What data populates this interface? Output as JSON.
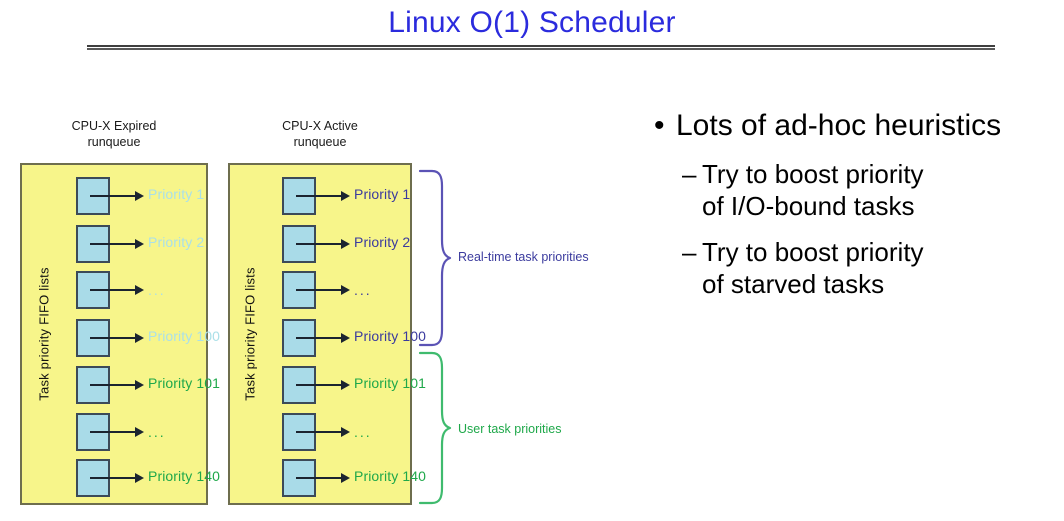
{
  "slide": {
    "title": "Linux O(1) Scheduler",
    "title_color": "#2b2bdd"
  },
  "diagram": {
    "expired": {
      "header_line1": "CPU-X Expired",
      "header_line2": "runqueue",
      "vertical_label": "Task priority FIFO lists",
      "rows": [
        {
          "label": "Priority 1",
          "tone": "realtime-dim"
        },
        {
          "label": "Priority 2",
          "tone": "realtime-dim"
        },
        {
          "label": "...",
          "tone": "realtime-dim"
        },
        {
          "label": "Priority 100",
          "tone": "realtime-dim"
        },
        {
          "label": "Priority 101",
          "tone": "user"
        },
        {
          "label": "...",
          "tone": "user"
        },
        {
          "label": "Priority 140",
          "tone": "user"
        }
      ]
    },
    "active": {
      "header_line1": "CPU-X Active",
      "header_line2": "runqueue",
      "vertical_label": "Task priority FIFO lists",
      "rows": [
        {
          "label": "Priority 1",
          "tone": "realtime"
        },
        {
          "label": "Priority 2",
          "tone": "realtime"
        },
        {
          "label": "...",
          "tone": "realtime"
        },
        {
          "label": "Priority 100",
          "tone": "realtime"
        },
        {
          "label": "Priority 101",
          "tone": "user"
        },
        {
          "label": "...",
          "tone": "user"
        },
        {
          "label": "Priority 140",
          "tone": "user"
        }
      ]
    },
    "braces": {
      "realtime_label": "Real-time task priorities",
      "user_label": "User task priorities"
    },
    "colors": {
      "queue_fill": "#f7f58a",
      "queue_border": "#6e6e4e",
      "node_fill": "#a9dbe8",
      "node_border": "#3c4a58",
      "realtime_text": "#3b3b9e",
      "realtime_dim_text": "#abe0e8",
      "user_text": "#1fa84a"
    }
  },
  "bullets": {
    "level1": {
      "marker": "•",
      "text": "Lots of ad-hoc heuristics"
    },
    "level2": [
      {
        "marker": "–",
        "line1": "Try to boost priority",
        "line2": "of I/O-bound tasks"
      },
      {
        "marker": "–",
        "line1": "Try to boost priority",
        "line2": "of starved tasks"
      }
    ]
  }
}
